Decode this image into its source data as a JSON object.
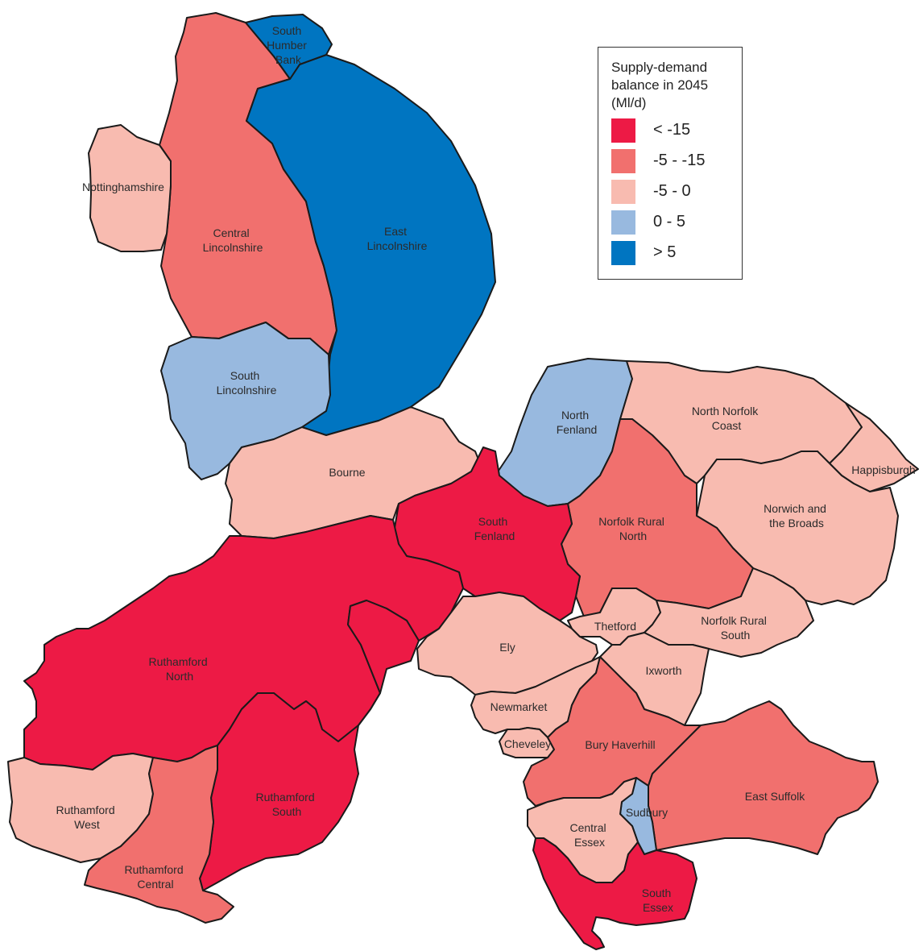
{
  "colors": {
    "lt_m15": "#ED1A45",
    "m5_m15": "#F1706E",
    "m5_0": "#F8BBB0",
    "p0_5": "#98B9DF",
    "gt5": "#0075C1"
  },
  "legend": {
    "title_lines": [
      "Supply-demand",
      "balance in 2045",
      "(Ml/d)"
    ],
    "items": [
      {
        "label": "< -15",
        "color": "#ED1A45"
      },
      {
        "label": "-5 - -15",
        "color": "#F1706E"
      },
      {
        "label": "-5 - 0",
        "color": "#F8BBB0"
      },
      {
        "label": "0 - 5",
        "color": "#98B9DF"
      },
      {
        "label": "> 5",
        "color": "#0075C1"
      }
    ]
  },
  "zones": {
    "south_humber_bank": {
      "lines": [
        "South",
        "Humber",
        "Bank"
      ],
      "category": "> 5"
    },
    "nottinghamshire": {
      "lines": [
        "Nottinghamshire"
      ],
      "category": "-5 - 0"
    },
    "central_lincolnshire": {
      "lines": [
        "Central",
        "Lincolnshire"
      ],
      "category": "-5 - -15"
    },
    "east_lincolnshire": {
      "lines": [
        "East",
        "Lincolnshire"
      ],
      "category": "> 5"
    },
    "south_lincolnshire": {
      "lines": [
        "South",
        "Lincolnshire"
      ],
      "category": "0 - 5"
    },
    "bourne": {
      "lines": [
        "Bourne"
      ],
      "category": "-5 - 0"
    },
    "north_fenland": {
      "lines": [
        "North",
        "Fenland"
      ],
      "category": "0 - 5"
    },
    "north_norfolk_coast": {
      "lines": [
        "North Norfolk",
        "Coast"
      ],
      "category": "-5 - 0"
    },
    "happisburgh": {
      "lines": [
        "Happisburgh"
      ],
      "category": "-5 - 0"
    },
    "norwich_and_the_broads": {
      "lines": [
        "Norwich and",
        "the Broads"
      ],
      "category": "-5 - 0"
    },
    "norfolk_rural_north": {
      "lines": [
        "Norfolk Rural",
        "North"
      ],
      "category": "-5 - -15"
    },
    "south_fenland": {
      "lines": [
        "South",
        "Fenland"
      ],
      "category": "< -15"
    },
    "ruthamford_north": {
      "lines": [
        "Ruthamford",
        "North"
      ],
      "category": "< -15"
    },
    "ruthamford_south": {
      "lines": [
        "Ruthamford",
        "South"
      ],
      "category": "< -15"
    },
    "ruthamford_west": {
      "lines": [
        "Ruthamford",
        "West"
      ],
      "category": "-5 - 0"
    },
    "ruthamford_central": {
      "lines": [
        "Ruthamford",
        "Central"
      ],
      "category": "-5 - -15"
    },
    "ely": {
      "lines": [
        "Ely"
      ],
      "category": "-5 - 0"
    },
    "thetford": {
      "lines": [
        "Thetford"
      ],
      "category": "-5 - 0"
    },
    "norfolk_rural_south": {
      "lines": [
        "Norfolk Rural",
        "South"
      ],
      "category": "-5 - 0"
    },
    "ixworth": {
      "lines": [
        "Ixworth"
      ],
      "category": "-5 - 0"
    },
    "newmarket": {
      "lines": [
        "Newmarket"
      ],
      "category": "-5 - 0"
    },
    "cheveley": {
      "lines": [
        "Cheveley"
      ],
      "category": "-5 - 0"
    },
    "bury_haverhill": {
      "lines": [
        "Bury Haverhill"
      ],
      "category": "-5 - -15"
    },
    "east_suffolk": {
      "lines": [
        "East Suffolk"
      ],
      "category": "-5 - -15"
    },
    "sudbury": {
      "lines": [
        "Sudbury"
      ],
      "category": "0 - 5"
    },
    "central_essex": {
      "lines": [
        "Central",
        "Essex"
      ],
      "category": "-5 - 0"
    },
    "south_essex": {
      "lines": [
        "South",
        "Essex"
      ],
      "category": "< -15"
    }
  }
}
